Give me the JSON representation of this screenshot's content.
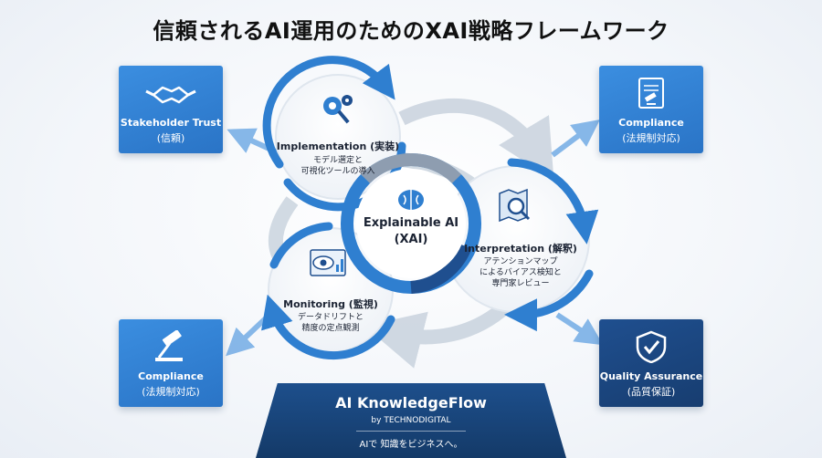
{
  "title": "信頼されるAI運用のためのXAI戦略フレームワーク",
  "center": {
    "title": "Explainable AI",
    "subtitle": "(XAI)"
  },
  "nodes": {
    "implementation": {
      "title": "Implementation (実装)",
      "desc1": "モデル選定と",
      "desc2": "可視化ツールの導入"
    },
    "interpretation": {
      "title": "Interpretation (解釈)",
      "desc1": "アテンションマップ",
      "desc2": "によるバイアス検知と",
      "desc3": "専門家レビュー"
    },
    "monitoring": {
      "title": "Monitoring (監視)",
      "desc1": "データドリフトと",
      "desc2": "精度の定点観測"
    }
  },
  "outcomes": {
    "top_left": {
      "title": "Stakeholder Trust",
      "subtitle": "(信頼)",
      "icon": "handshake-icon"
    },
    "top_right": {
      "title": "Compliance",
      "subtitle": "(法規制対応)",
      "icon": "document-gavel-icon"
    },
    "bottom_left": {
      "title": "Compliance",
      "subtitle": "(法規制対応)",
      "icon": "gavel-icon"
    },
    "bottom_right": {
      "title": "Quality Assurance",
      "subtitle": "(品質保証)",
      "icon": "shield-check-icon"
    }
  },
  "brand": {
    "name": "AI KnowledgeFlow",
    "by": "by TECHNODIGITAL",
    "tagline": "AIで 知識をビジネスへ。"
  },
  "colors": {
    "light_blue": "#3b8ee0",
    "dark_blue": "#1f4f8f",
    "arc_blue": "#2f7fd0",
    "arc_gray": "#c9d3de"
  }
}
